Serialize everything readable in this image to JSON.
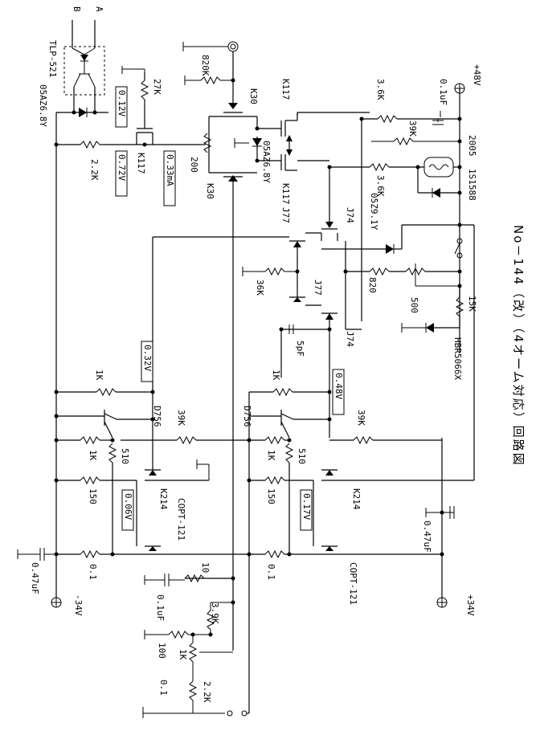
{
  "title": "No－144（改）（4オーム対応）回路図",
  "supplies": {
    "pos48": "+48V",
    "pos34": "+34V",
    "neg34": "-34V"
  },
  "inputs": {
    "b": "B",
    "a": "A"
  },
  "parts": {
    "tlp": "TLP-521",
    "zener_in": "05AZ6.8Y",
    "r27k": "27K",
    "r820k": "820K",
    "v012": "0.12V",
    "v072": "0.72V",
    "i033": "0.33mA",
    "k117a": "K117",
    "r22k": "2.2K",
    "vr200": "200",
    "k30a": "K30",
    "k30b": "K30",
    "zener_mid": "05AZ6.8Y",
    "k117b": "K117",
    "k117c": "K117",
    "r36ka": "3.6K",
    "r36kb": "3.6K",
    "r39k": "39K",
    "c01uf": "0.1uF",
    "d2005": "2005",
    "d1s1588": "1S1588",
    "zener_05z": "05Z9.1Y",
    "j77a": "J77",
    "j74a": "J74",
    "j77b": "J77",
    "j74b": "J74",
    "r36k": "36K",
    "r820": "820",
    "vr500": "500",
    "r15k": "15K",
    "led": "HBR5066X",
    "c5pf": "5pF",
    "v032": "0.32V",
    "v048": "0.48V",
    "r1ka": "1K",
    "r1kb": "1K",
    "r1kc": "1K",
    "r1kd": "1K",
    "d756a": "D756",
    "d756b": "D756",
    "r39ka": "39K",
    "r39kb": "39K",
    "r510a": "510",
    "r510b": "510",
    "r150a": "150",
    "r150b": "150",
    "k214a": "K214",
    "k214b": "K214",
    "v006": "0.06V",
    "v017": "0.17V",
    "copt_a": "COPT-121",
    "copt_b": "COPT-121",
    "r01a": "0.1",
    "r01b": "0.1",
    "c047a": "0.47uF",
    "c047b": "0.47uF",
    "r10": "10",
    "c01ufb": "0.1uF",
    "r39kc": "3.9K",
    "r100": "100",
    "vr1k": "1K",
    "r22kb": "2.2K",
    "r01c": "0.1"
  }
}
